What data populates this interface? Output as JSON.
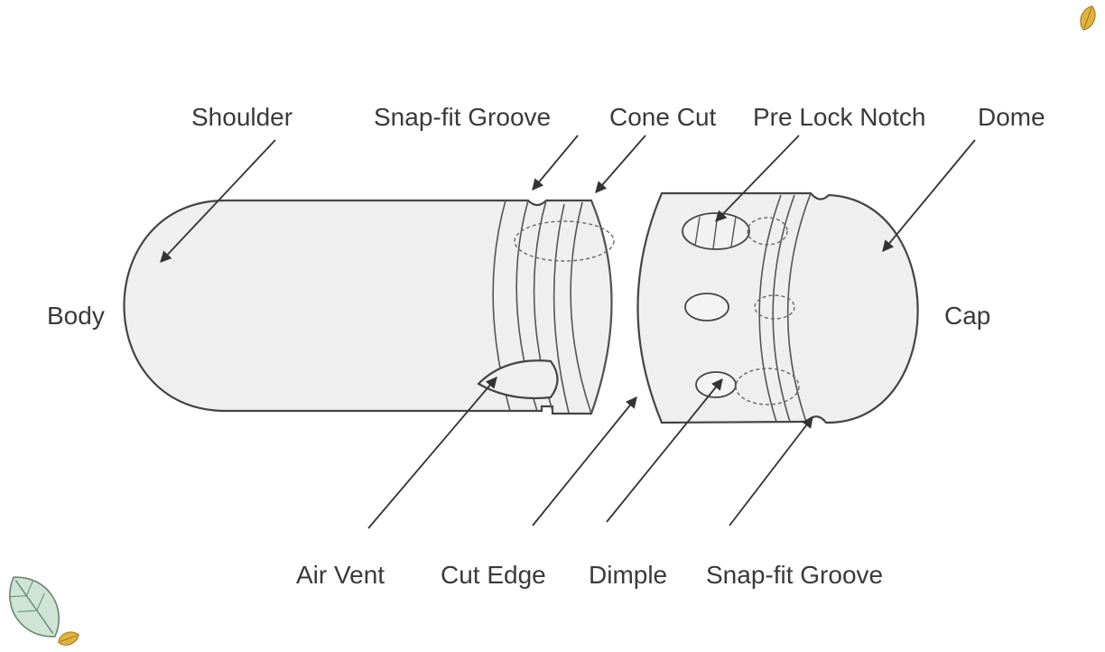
{
  "labels": {
    "shoulder": "Shoulder",
    "snap_fit_groove_top": "Snap-fit Groove",
    "cone_cut": "Cone Cut",
    "pre_lock_notch": "Pre Lock Notch",
    "dome": "Dome",
    "body": "Body",
    "cap": "Cap",
    "air_vent": "Air Vent",
    "cut_edge": "Cut Edge",
    "dimple": "Dimple",
    "snap_fit_groove_bottom": "Snap-fit Groove"
  },
  "colors": {
    "capsule_fill": "#efefef",
    "outline": "#444444",
    "text": "#3a3a3a",
    "leaf_yellow": "#e2b33c",
    "leaf_green": "#8fb9a0"
  },
  "icons": [
    "leaf-icon",
    "leaf-icon",
    "leaf-icon"
  ]
}
